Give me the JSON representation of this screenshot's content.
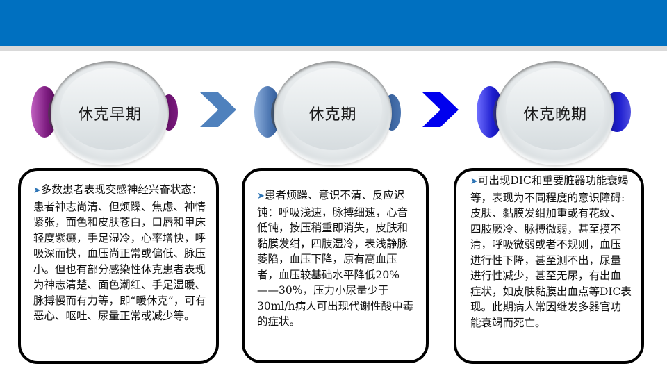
{
  "header": {
    "bar_color": "#0070c0",
    "stripe_color": "#d9d9d9"
  },
  "stages": [
    {
      "label": "休克早期",
      "ear_color": "#7b1a7e"
    },
    {
      "label": "休克期",
      "ear_color": "#4a74b0"
    },
    {
      "label": "休克晚期",
      "ear_color": "#1f1fd0"
    }
  ],
  "arrows": [
    {
      "icon": "chevron-right-icon",
      "color": "#4f81bd"
    },
    {
      "icon": "chevron-right-icon",
      "color": "#0000ee"
    }
  ],
  "cards": [
    {
      "bullet": "➤",
      "text": "多数患者表现交感神经兴奋状态：患者神志尚清、但烦躁、焦虑、神情紧张，面色和皮肤苍白，口唇和甲床轻度紫癜，手足湿冷，心率增快，呼吸深而快，血压尚正常或偏低、脉压小。但也有部分感染性休克患者表现为神志清楚、面色潮红、手足湿暖、 脉搏慢而有力等，即“暖休克”，可有恶心、呕吐、尿量正常或减少等。"
    },
    {
      "bullet": "➤",
      "text": "患者烦躁、意识不清、反应迟钝：呼吸浅速，脉搏细速，心音低钝，按压稍重即消失，皮肤和黏膜发绀，四肢湿冷，表浅静脉萎陷，血压下降，原有高血压者，血压较基础水平降低20%——30%，压力小尿量少于30ml/h病人可出现代谢性酸中毒的症状。"
    },
    {
      "bullet": "➤",
      "text": "可出现DIC和重要脏器功能衰竭等，表现为不同程度的意识障碍:皮肤、黏膜发绀加重或有花纹、四肢厥冷、脉搏微弱，甚至摸不清，呼吸微弱或者不规则，血压进行性下降，甚至测不出，尿量进行性减少，甚至无尿，有出血症状，如皮肤黏膜出血点等DIC表现。此期病人常因继发多器官功能衰竭而死亡。"
    }
  ]
}
